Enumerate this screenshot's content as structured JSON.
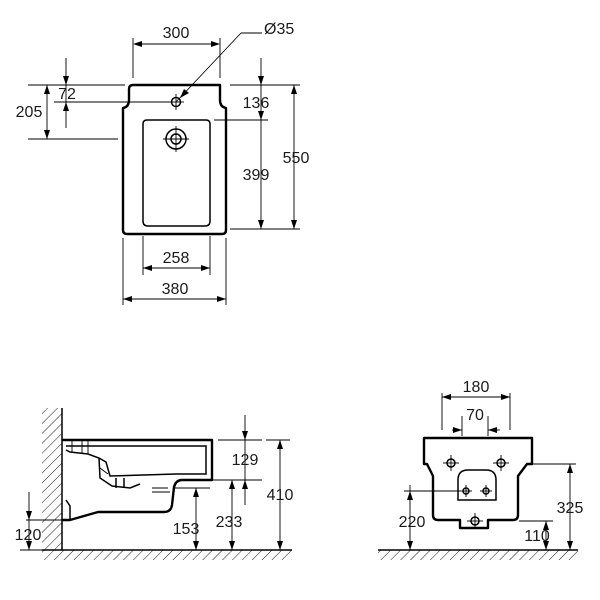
{
  "top_view": {
    "width_300": "300",
    "hole_diameter": "Ø35",
    "offset_72": "72",
    "offset_205": "205",
    "offset_136": "136",
    "depth_399": "399",
    "length_550": "550",
    "bowl_width_258": "258",
    "width_380": "380"
  },
  "side_view": {
    "rim_129": "129",
    "height_410": "410",
    "outlet_233": "233",
    "outlet_153": "153",
    "floor_120": "120"
  },
  "back_view": {
    "bolt_spacing_180": "180",
    "bolt_spacing_70": "70",
    "height_325": "325",
    "height_220": "220",
    "height_110": "110"
  }
}
